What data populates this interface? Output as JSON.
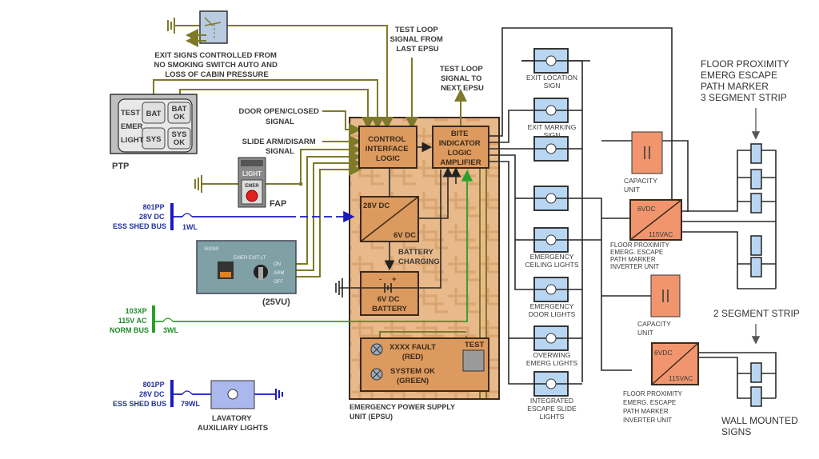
{
  "diagram": {
    "title": "Emergency Power Supply Unit (EPSU) lighting system schematic",
    "relay_note": [
      "EXIT SIGNS CONTROLLED FROM",
      "NO SMOKING SWITCH AUTO AND",
      "LOSS OF CABIN PRESSURE"
    ],
    "ptp": {
      "label": "PTP",
      "side_labels": [
        "TEST",
        "EMER",
        "LIGHT"
      ],
      "buttons": [
        {
          "line1": "BAT",
          "line2": ""
        },
        {
          "line1": "BAT",
          "line2": "OK"
        },
        {
          "line1": "SYS",
          "line2": ""
        },
        {
          "line1": "SYS",
          "line2": "OK"
        }
      ]
    },
    "fap": {
      "label": "FAP",
      "panel_top": "LIGHT",
      "button": "EMER"
    },
    "vu25": {
      "label": "(25VU)",
      "panel_name": "SIGNS",
      "switch_title": "EMER EXIT LT",
      "positions": [
        "ON",
        "ARM",
        "OFF"
      ]
    },
    "signals": {
      "test_loop_from": [
        "TEST LOOP",
        "SIGNAL FROM",
        "LAST EPSU"
      ],
      "test_loop_to": [
        "TEST LOOP",
        "SIGNAL TO",
        "NEXT EPSU"
      ],
      "door": [
        "DOOR OPEN/CLOSED",
        "SIGNAL"
      ],
      "slide": [
        "SLIDE ARM/DISARM",
        "SIGNAL"
      ]
    },
    "buses": [
      {
        "lines": [
          "801PP",
          "28V DC",
          "ESS SHED BUS"
        ],
        "breaker": "1WL",
        "color": "#1a1ac0"
      },
      {
        "lines": [
          "103XP",
          "115V AC",
          "NORM BUS"
        ],
        "breaker": "3WL",
        "color": "#2aa02a"
      },
      {
        "lines": [
          "801PP",
          "28V DC",
          "ESS SHED BUS"
        ],
        "breaker": "79WL",
        "color": "#1a1ac0"
      }
    ],
    "lavatory": [
      "LAVATORY",
      "AUXILIARY LIGHTS"
    ],
    "epsu": {
      "caption": [
        "EMERGENCY POWER SUPPLY",
        "UNIT (EPSU)"
      ],
      "control": [
        "CONTROL",
        "INTERFACE",
        "LOGIC"
      ],
      "bite": [
        "BITE",
        "INDICATOR",
        "LOGIC",
        "AMPLIFIER"
      ],
      "converter_in": "28V DC",
      "converter_out": "6V DC",
      "charging": [
        "BATTERY",
        "CHARGING"
      ],
      "battery": [
        "6V DC",
        "BATTERY"
      ],
      "battery_pol": [
        "-",
        "+"
      ],
      "fault": [
        "XXXX FAULT",
        "(RED)"
      ],
      "sysok": [
        "SYSTEM OK",
        "(GREEN)"
      ],
      "test": "TEST"
    },
    "lights": [
      {
        "label": [
          "EXIT LOCATION",
          "SIGN"
        ]
      },
      {
        "label": [
          "EXIT MARKING",
          "SIGN"
        ]
      },
      {
        "label": []
      },
      {
        "label": []
      },
      {
        "label": [
          "EMERGENCY",
          "CEILING LIGHTS"
        ]
      },
      {
        "label": [
          "EMERGENCY",
          "DOOR LIGHTS"
        ]
      },
      {
        "label": [
          "OVERWING",
          "EMERG LIGHTS"
        ]
      },
      {
        "label": [
          "INTEGRATED",
          "ESCAPE SLIDE",
          "LIGHTS"
        ]
      }
    ],
    "capacity_units": [
      {
        "label": [
          "CAPACITY",
          "UNIT"
        ]
      },
      {
        "label": [
          "CAPACITY",
          "UNIT"
        ]
      }
    ],
    "inverters": [
      {
        "in": "6VDC",
        "out": "115VAC",
        "label": [
          "FLOOR PROXIMITY",
          "EMERG. ESCAPE",
          "PATH MARKER",
          "INVERTER UNIT"
        ]
      },
      {
        "in": "6VDC",
        "out": "115VAC",
        "label": [
          "FLOOR PROXIMITY",
          "EMERG. ESCAPE",
          "PATH MARKER",
          "INVERTER UNIT"
        ]
      }
    ],
    "strip3": [
      "FLOOR PROXIMITY",
      "EMERG ESCAPE",
      "PATH MARKER",
      "3 SEGMENT STRIP"
    ],
    "strip2": "2 SEGMENT STRIP",
    "wall": [
      "WALL MOUNTED",
      "SIGNS"
    ]
  }
}
